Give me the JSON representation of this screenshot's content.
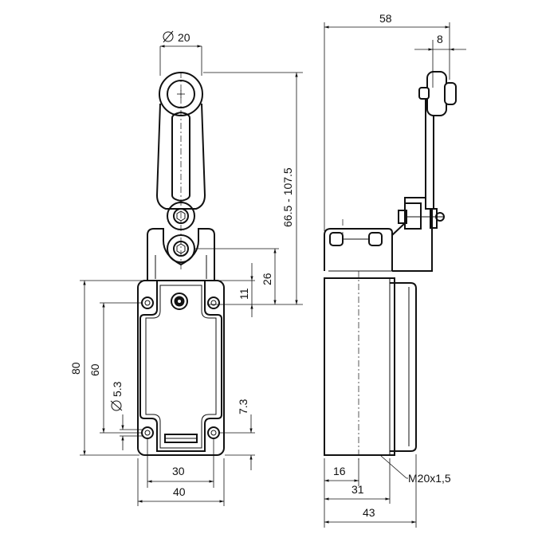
{
  "dimensions": {
    "roller_diameter": "20",
    "total_width_side": "58",
    "roller_offset": "8",
    "lever_length": "66.5 - 107.5",
    "hub_height": "26",
    "hub_mount_height": "11",
    "body_height": "80",
    "hole_spacing_vertical": "60",
    "hole_diameter": "5.3",
    "hole_bottom_offset": "7.3",
    "hole_spacing_horizontal": "30",
    "body_width": "40",
    "conduit_offset": "16",
    "conduit_thread": "M20x1,5",
    "side_depth": "31",
    "side_total_depth": "43"
  }
}
